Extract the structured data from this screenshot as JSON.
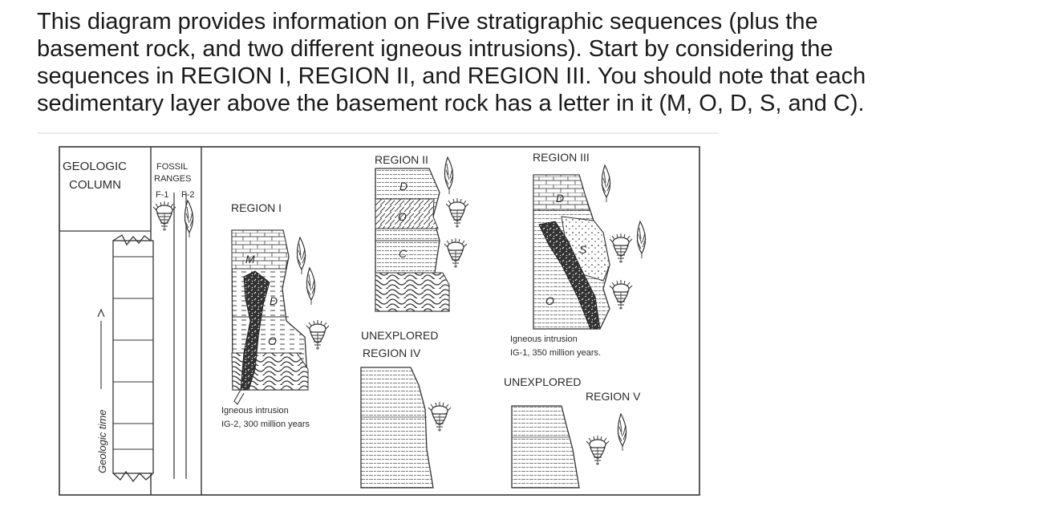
{
  "intro_lines": [
    "This diagram provides information on Five stratigraphic sequences (plus the",
    "basement rock, and two different igneous intrusions). Start by considering the",
    "sequences in REGION I, REGION II, and REGION III.  You should note that each",
    "sedimentary layer above the basement rock has a letter in it (M, O, D, S, and C)."
  ],
  "figure": {
    "column_title_1": "GEOLOGIC",
    "column_title_2": "COLUMN",
    "fossil_title_1": "FOSSIL",
    "fossil_title_2": "RANGES",
    "fossil_f1": "F-1",
    "fossil_f2": "F-2",
    "time_axis": "Geologic time",
    "region1": {
      "label": "REGION I",
      "layers": [
        "M",
        "D",
        "O"
      ]
    },
    "region2": {
      "label": "REGION II",
      "layers": [
        "D",
        "O",
        "C"
      ]
    },
    "region3": {
      "label": "REGION III",
      "layers": [
        "D",
        "S",
        "O"
      ]
    },
    "region4": {
      "label_1": "UNEXPLORED",
      "label_2": "REGION IV"
    },
    "region5": {
      "label_1": "UNEXPLORED",
      "label_2": "REGION V"
    },
    "ig1": {
      "line1": "Igneous intrusion",
      "line2": "IG-1, 350 million years."
    },
    "ig2": {
      "line1": "Igneous intrusion",
      "line2": "IG-2, 300 million years"
    }
  }
}
